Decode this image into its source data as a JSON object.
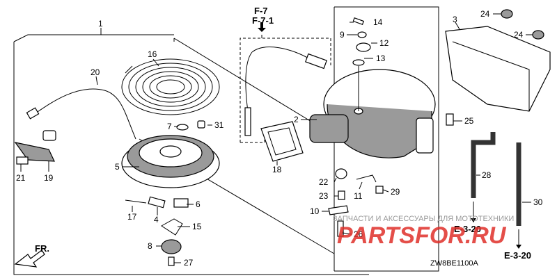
{
  "callouts": {
    "c1": "1",
    "c2": "2",
    "c3": "3",
    "c4": "4",
    "c5": "5",
    "c6": "6",
    "c7": "7",
    "c8": "8",
    "c9": "9",
    "c10": "10",
    "c11": "11",
    "c12": "12",
    "c13": "13",
    "c14": "14",
    "c15": "15",
    "c16": "16",
    "c17": "17",
    "c18": "18",
    "c19": "19",
    "c20": "20",
    "c21": "21",
    "c22": "22",
    "c23": "23",
    "c24a": "24",
    "c24b": "24",
    "c25": "25",
    "c26": "26",
    "c27": "27",
    "c28": "28",
    "c29": "29",
    "c30": "30",
    "c31": "31"
  },
  "references": {
    "f7": "F-7",
    "f71": "F-7-1",
    "e320a": "E-3-20",
    "e320b": "E-3-20",
    "fr": "FR."
  },
  "diagram_code": "ZW8BE1100A",
  "watermark": {
    "line1": "ЗАПЧАСТИ И АКСЕССУАРЫ ДЛЯ МОТОТЕХНИКИ",
    "line2": "PARTSFOR.RU"
  }
}
